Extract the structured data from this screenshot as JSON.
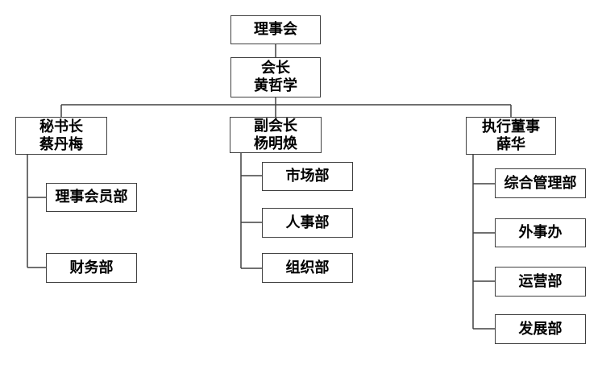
{
  "chart": {
    "board": {
      "label": "理事会"
    },
    "president": {
      "title": "会长",
      "name": "黄哲学"
    },
    "secretary_general": {
      "title": "秘书长",
      "name": "蔡丹梅"
    },
    "vice_president": {
      "title": "副会长",
      "name": "杨明焕"
    },
    "executive_director": {
      "title": "执行董事",
      "name": "薛华"
    },
    "secretary_departments": [
      "理事会员部",
      "财务部"
    ],
    "vice_departments": [
      "市场部",
      "人事部",
      "组织部"
    ],
    "executive_departments": [
      "综合管理部",
      "外事办",
      "运营部",
      "发展部"
    ]
  },
  "colors": {
    "line": "#404040",
    "box_border": "#404040",
    "text": "#000000",
    "background": "#ffffff"
  }
}
